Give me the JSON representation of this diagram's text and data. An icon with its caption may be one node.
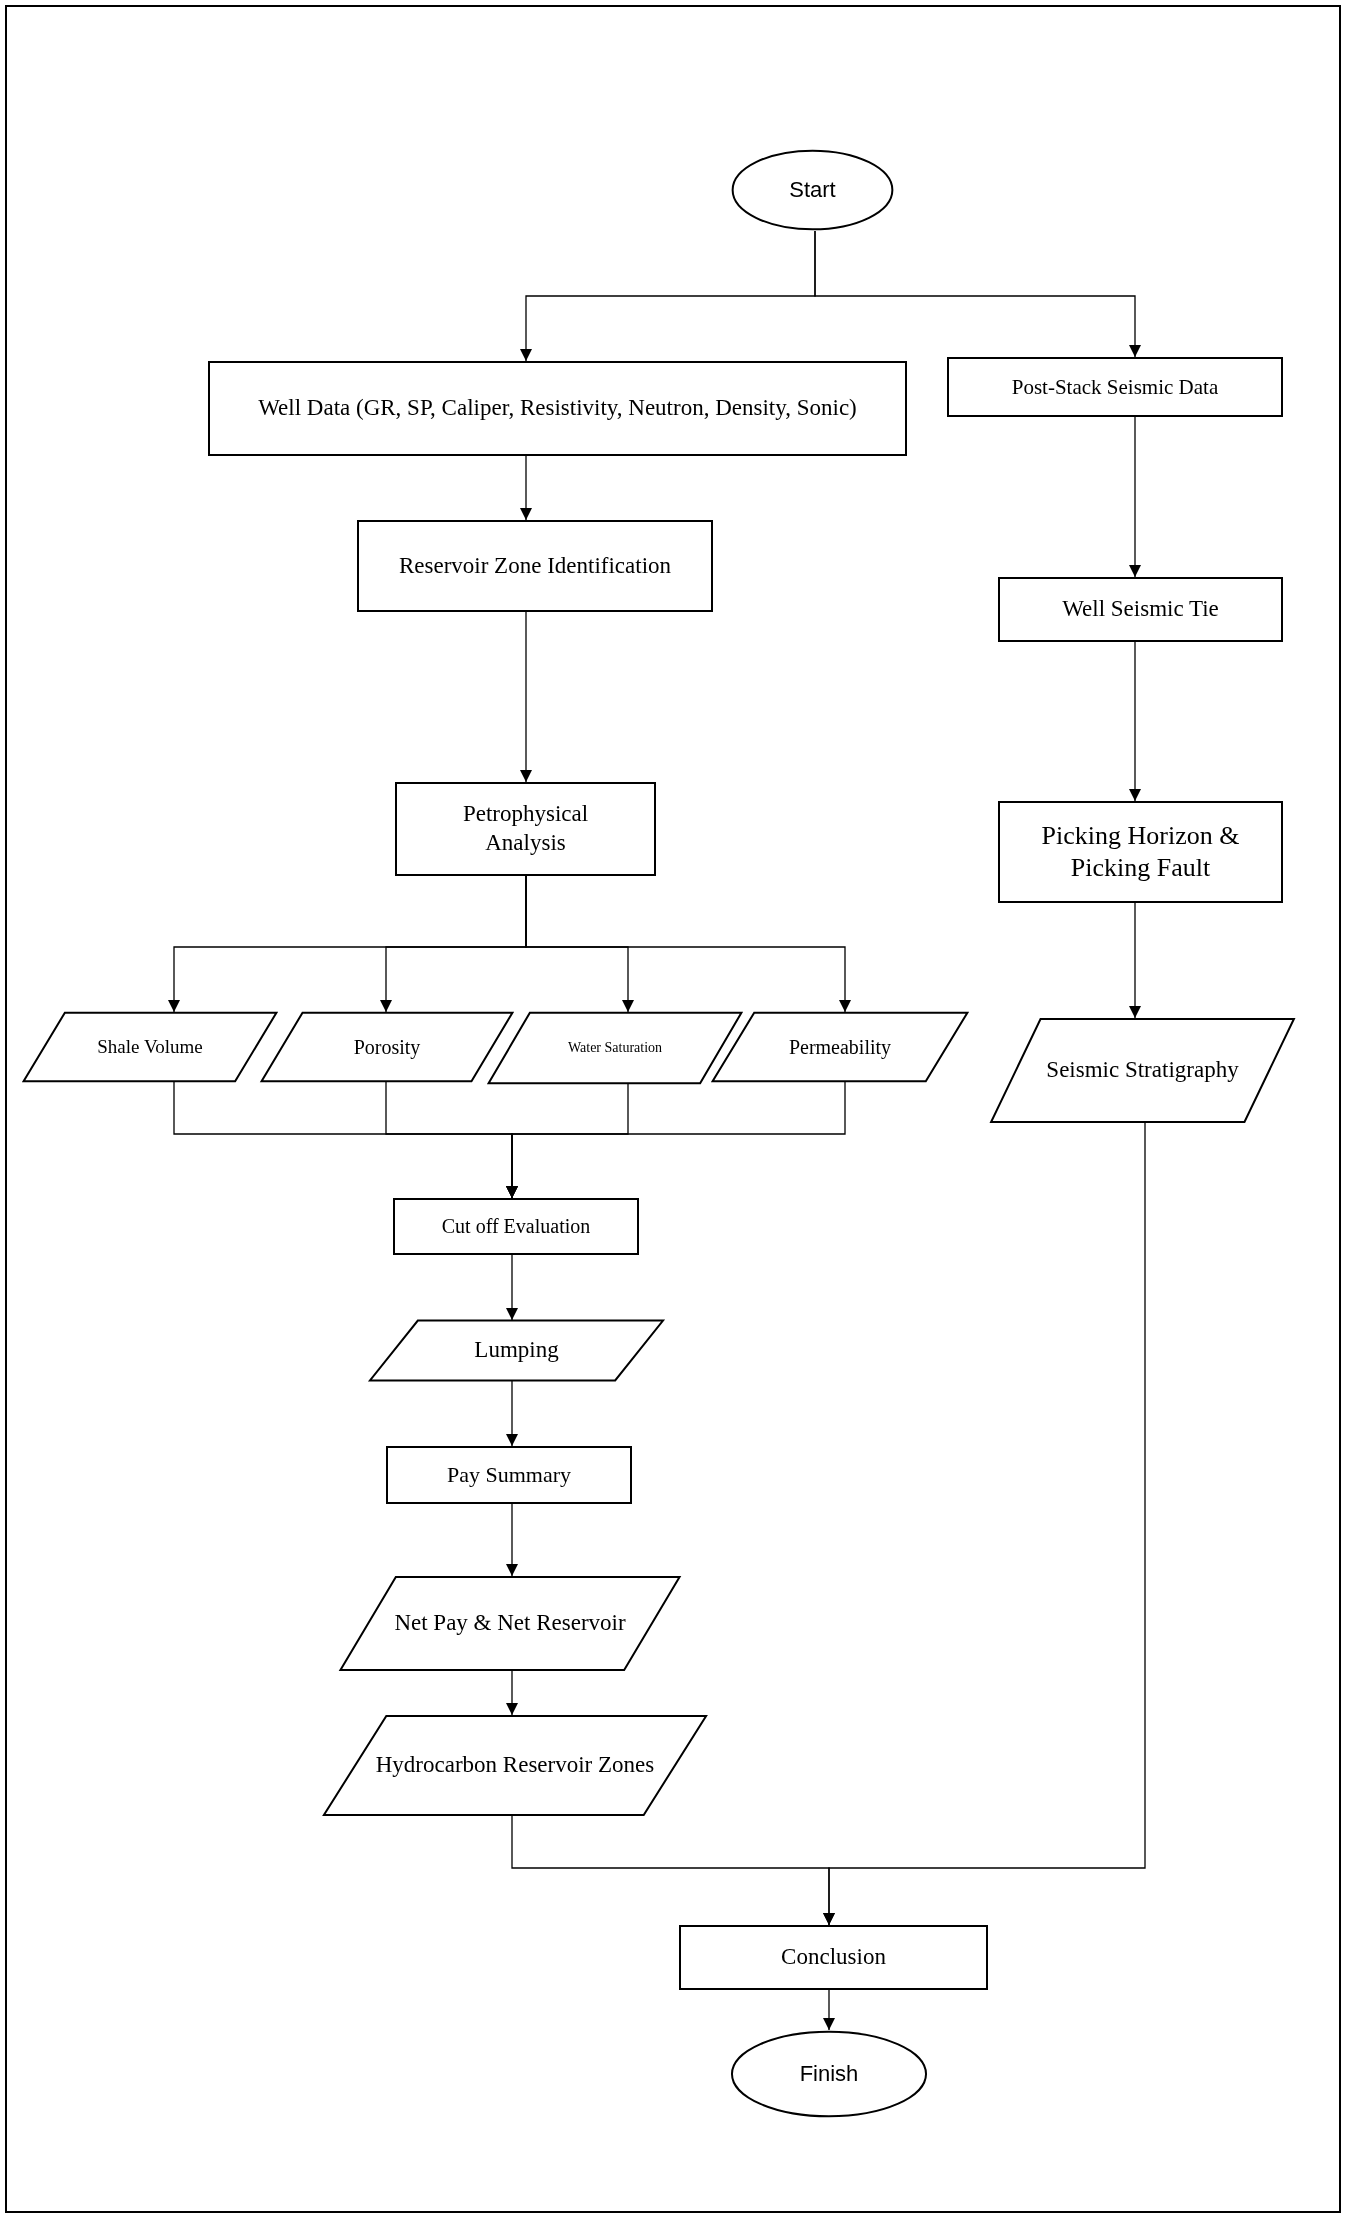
{
  "diagram": {
    "nodes": [
      {
        "text": [
          "Start"
        ]
      },
      {
        "text": [
          "Well Data (GR, SP, Caliper, Resistivity, Neutron, Density, Sonic)"
        ]
      },
      {
        "text": [
          "Post-Stack Seismic Data"
        ]
      },
      {
        "text": [
          "Reservoir Zone Identification"
        ]
      },
      {
        "text": [
          "Well Seismic Tie"
        ]
      },
      {
        "text": [
          "Petrophysical Analysis"
        ]
      },
      {
        "text": [
          "Picking Horizon & Picking Fault"
        ]
      },
      {
        "text": [
          "Shale Volume"
        ]
      },
      {
        "text": [
          "Porosity"
        ]
      },
      {
        "text": [
          "Water Saturation"
        ]
      },
      {
        "text": [
          "Permeability"
        ]
      },
      {
        "text": [
          "Seismic Stratigraphy"
        ]
      },
      {
        "text": [
          "Cut off Evaluation"
        ]
      },
      {
        "text": [
          "Lumping"
        ]
      },
      {
        "text": [
          "Pay Summary"
        ]
      },
      {
        "text": [
          "Net Pay & Net Reservoir"
        ]
      },
      {
        "text": [
          "Hydrocarbon Reservoir Zones"
        ]
      },
      {
        "text": [
          "Conclusion"
        ]
      },
      {
        "text": [
          "Finish"
        ]
      }
    ],
    "edges": [
      {
        "from": 0,
        "to": 1,
        "arrow": "to"
      },
      {
        "from": 0,
        "to": 2,
        "arrow": "to"
      },
      {
        "from": 1,
        "to": 3,
        "arrow": "to"
      },
      {
        "from": 3,
        "to": 5,
        "arrow": "to"
      },
      {
        "from": 5,
        "to": 7,
        "arrow": "to"
      },
      {
        "from": 5,
        "to": 8,
        "arrow": "to"
      },
      {
        "from": 5,
        "to": 9,
        "arrow": "to"
      },
      {
        "from": 5,
        "to": 10,
        "arrow": "to"
      },
      {
        "from": 7,
        "to": 12,
        "arrow": "to"
      },
      {
        "from": 8,
        "to": 12,
        "arrow": "to"
      },
      {
        "from": 9,
        "to": 12,
        "arrow": "to"
      },
      {
        "from": 10,
        "to": 12,
        "arrow": "to"
      },
      {
        "from": 12,
        "to": 13,
        "arrow": "to"
      },
      {
        "from": 13,
        "to": 14,
        "arrow": "to"
      },
      {
        "from": 14,
        "to": 15,
        "arrow": "to"
      },
      {
        "from": 15,
        "to": 16,
        "arrow": "to"
      },
      {
        "from": 2,
        "to": 4,
        "arrow": "to"
      },
      {
        "from": 4,
        "to": 6,
        "arrow": "to"
      },
      {
        "from": 6,
        "to": 11,
        "arrow": "to"
      },
      {
        "from": 16,
        "to": 17,
        "arrow": "to"
      },
      {
        "from": 11,
        "to": 17,
        "arrow": "to"
      },
      {
        "from": 17,
        "to": 18,
        "arrow": "to"
      }
    ]
  }
}
